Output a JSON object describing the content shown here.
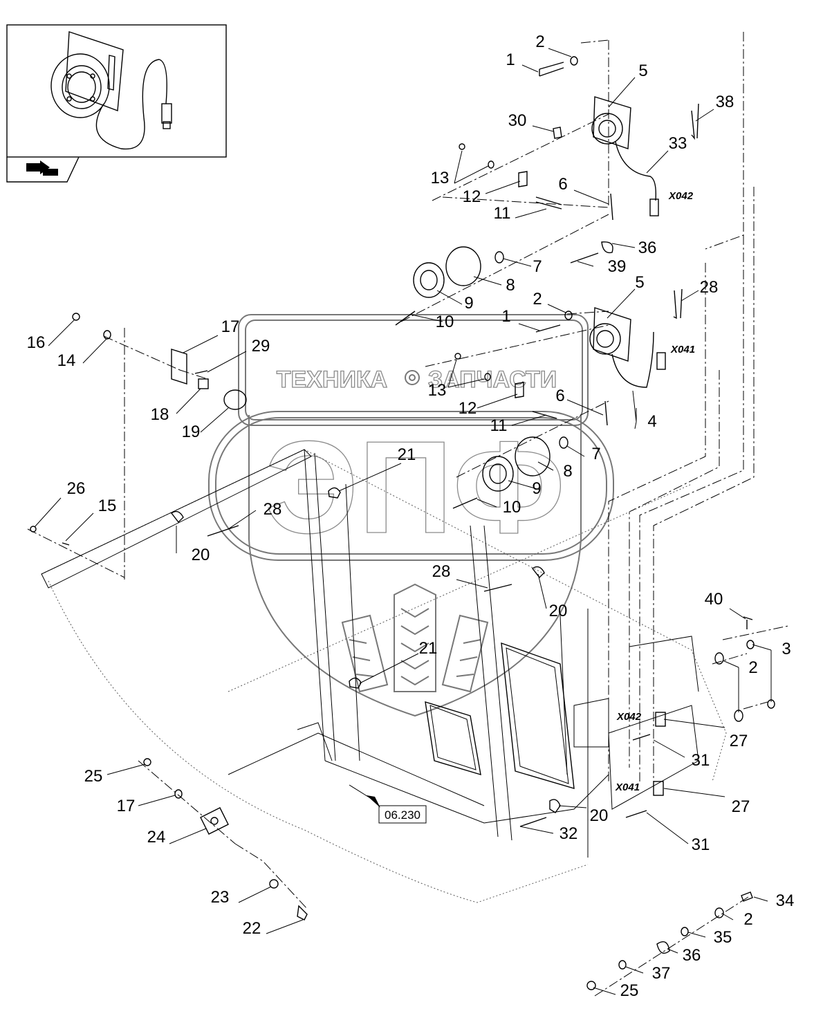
{
  "watermark": {
    "company_text": "ТЕХНИКА",
    "company_text_2": "ЗАПЧАСТИ",
    "logo_letters": "ЭПФ"
  },
  "connectors": {
    "x042_top": "X042",
    "x041_top": "X041",
    "x042_bottom": "X042",
    "x041_bottom": "X041"
  },
  "reference_box": "06.230",
  "callouts": [
    "1",
    "2",
    "5",
    "38",
    "30",
    "33",
    "13",
    "12",
    "6",
    "11",
    "36",
    "7",
    "39",
    "8",
    "9",
    "2",
    "1",
    "5",
    "28",
    "10",
    "16",
    "14",
    "17",
    "29",
    "13",
    "12",
    "6",
    "11",
    "4",
    "18",
    "19",
    "7",
    "21",
    "8",
    "9",
    "10",
    "26",
    "15",
    "28",
    "20",
    "28",
    "20",
    "40",
    "3",
    "2",
    "21",
    "25",
    "27",
    "31",
    "17",
    "20",
    "27",
    "24",
    "32",
    "31",
    "34",
    "23",
    "2",
    "35",
    "22",
    "36",
    "37",
    "25"
  ]
}
